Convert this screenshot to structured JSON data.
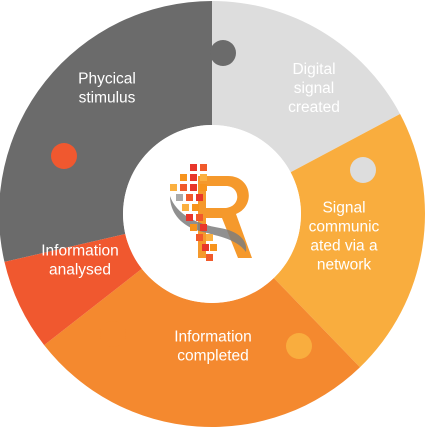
{
  "diagram": {
    "segments": [
      {
        "id": "physical",
        "lines": [
          "Phycical",
          "stimulus"
        ],
        "color": "#6b6b6b",
        "text_color": "#ffffff"
      },
      {
        "id": "digital",
        "lines": [
          "Digital",
          "signal",
          "created"
        ],
        "color": "#dddddd",
        "text_color": "#7a7a7a"
      },
      {
        "id": "network",
        "lines": [
          "Signal",
          "communic",
          "ated via a",
          "network"
        ],
        "color": "#f9ad3e",
        "text_color": "#ffffff"
      },
      {
        "id": "completed",
        "lines": [
          "Information",
          "completed"
        ],
        "color": "#f4892f",
        "text_color": "#ffffff"
      },
      {
        "id": "analysed",
        "lines": [
          "Information",
          "analysed"
        ],
        "color": "#f0582f",
        "text_color": "#ffffff"
      }
    ],
    "center": {
      "logo": "r-letter-logo",
      "colors": {
        "letter": "#f5992c",
        "swoosh": "#7d7d7d",
        "dots": [
          "#e8362b",
          "#f15a2b",
          "#f7941d",
          "#fbb040",
          "#aaaaaa"
        ]
      }
    }
  }
}
